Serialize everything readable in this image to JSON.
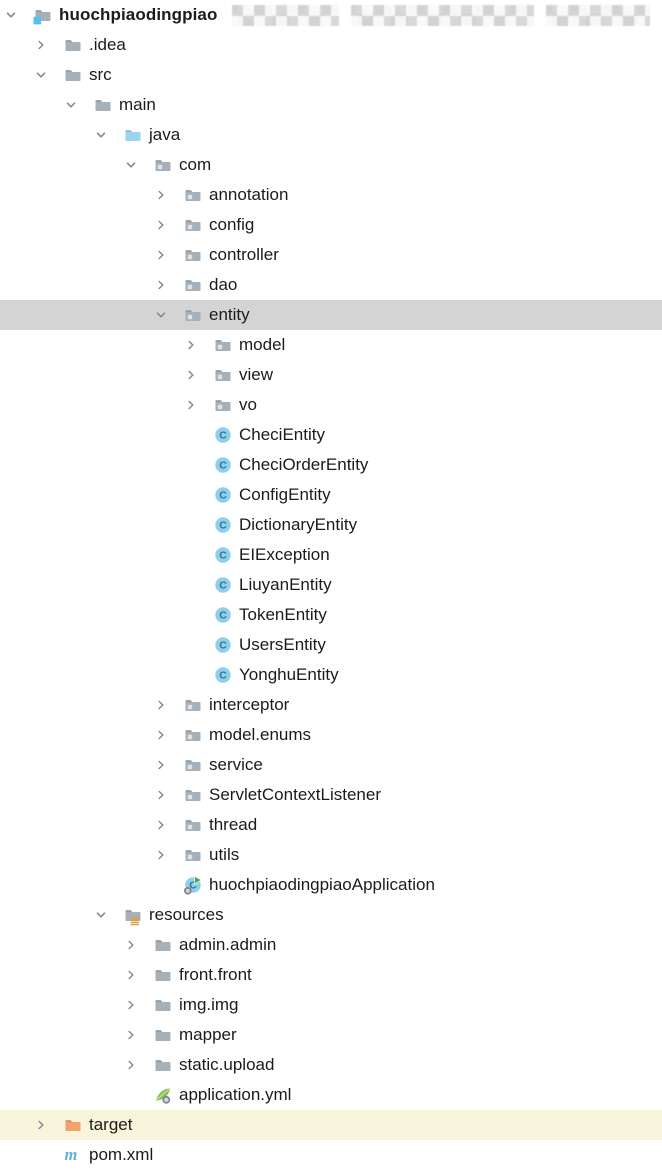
{
  "colors": {
    "text": "#1b1b1b",
    "chevron": "#7f8a91",
    "folder": "#a6b0b8",
    "source_folder": "#9bd4ee",
    "excluded_folder": "#f2a36d",
    "selection_bg": "#d4d4d4",
    "excluded_bg": "#f9f4dc",
    "class_fill": "#8dd0ed",
    "class_letter": "#3a708a",
    "spring_green": "#8cc152",
    "maven_blue": "#62b0dd",
    "run_green": "#53a93f",
    "resources_stripe": "#d9a440"
  },
  "tree": {
    "rows": [
      {
        "label": "huochpiaodingpiao",
        "level": 0,
        "chevron": "expanded",
        "icon": "project-folder",
        "bold": true,
        "redacted": true
      },
      {
        "label": ".idea",
        "level": 1,
        "chevron": "collapsed",
        "icon": "folder"
      },
      {
        "label": "src",
        "level": 1,
        "chevron": "expanded",
        "icon": "folder"
      },
      {
        "label": "main",
        "level": 2,
        "chevron": "expanded",
        "icon": "folder"
      },
      {
        "label": "java",
        "level": 3,
        "chevron": "expanded",
        "icon": "source-folder"
      },
      {
        "label": "com",
        "level": 4,
        "chevron": "expanded",
        "icon": "package-folder"
      },
      {
        "label": "annotation",
        "level": 5,
        "chevron": "collapsed",
        "icon": "package-folder"
      },
      {
        "label": "config",
        "level": 5,
        "chevron": "collapsed",
        "icon": "package-folder"
      },
      {
        "label": "controller",
        "level": 5,
        "chevron": "collapsed",
        "icon": "package-folder"
      },
      {
        "label": "dao",
        "level": 5,
        "chevron": "collapsed",
        "icon": "package-folder"
      },
      {
        "label": "entity",
        "level": 5,
        "chevron": "expanded",
        "icon": "package-folder",
        "selected": true
      },
      {
        "label": "model",
        "level": 6,
        "chevron": "collapsed",
        "icon": "package-folder"
      },
      {
        "label": "view",
        "level": 6,
        "chevron": "collapsed",
        "icon": "package-folder"
      },
      {
        "label": "vo",
        "level": 6,
        "chevron": "collapsed",
        "icon": "package-folder"
      },
      {
        "label": "CheciEntity",
        "level": 6,
        "chevron": "none",
        "icon": "class"
      },
      {
        "label": "CheciOrderEntity",
        "level": 6,
        "chevron": "none",
        "icon": "class"
      },
      {
        "label": "ConfigEntity",
        "level": 6,
        "chevron": "none",
        "icon": "class"
      },
      {
        "label": "DictionaryEntity",
        "level": 6,
        "chevron": "none",
        "icon": "class"
      },
      {
        "label": "EIException",
        "level": 6,
        "chevron": "none",
        "icon": "class"
      },
      {
        "label": "LiuyanEntity",
        "level": 6,
        "chevron": "none",
        "icon": "class"
      },
      {
        "label": "TokenEntity",
        "level": 6,
        "chevron": "none",
        "icon": "class"
      },
      {
        "label": "UsersEntity",
        "level": 6,
        "chevron": "none",
        "icon": "class"
      },
      {
        "label": "YonghuEntity",
        "level": 6,
        "chevron": "none",
        "icon": "class"
      },
      {
        "label": "interceptor",
        "level": 5,
        "chevron": "collapsed",
        "icon": "package-folder"
      },
      {
        "label": "model.enums",
        "level": 5,
        "chevron": "collapsed",
        "icon": "package-folder"
      },
      {
        "label": "service",
        "level": 5,
        "chevron": "collapsed",
        "icon": "package-folder"
      },
      {
        "label": "ServletContextListener",
        "level": 5,
        "chevron": "collapsed",
        "icon": "package-folder"
      },
      {
        "label": "thread",
        "level": 5,
        "chevron": "collapsed",
        "icon": "package-folder"
      },
      {
        "label": "utils",
        "level": 5,
        "chevron": "collapsed",
        "icon": "package-folder"
      },
      {
        "label": "huochpiaodingpiaoApplication",
        "level": 5,
        "chevron": "none",
        "icon": "runnable-class"
      },
      {
        "label": "resources",
        "level": 3,
        "chevron": "expanded",
        "icon": "resources-folder"
      },
      {
        "label": "admin.admin",
        "level": 4,
        "chevron": "collapsed",
        "icon": "folder"
      },
      {
        "label": "front.front",
        "level": 4,
        "chevron": "collapsed",
        "icon": "folder"
      },
      {
        "label": "img.img",
        "level": 4,
        "chevron": "collapsed",
        "icon": "folder"
      },
      {
        "label": "mapper",
        "level": 4,
        "chevron": "collapsed",
        "icon": "folder"
      },
      {
        "label": "static.upload",
        "level": 4,
        "chevron": "collapsed",
        "icon": "folder"
      },
      {
        "label": "application.yml",
        "level": 4,
        "chevron": "none",
        "icon": "spring-yml"
      },
      {
        "label": "target",
        "level": 1,
        "chevron": "collapsed",
        "icon": "excluded-folder",
        "excluded": true
      },
      {
        "label": "pom.xml",
        "level": 1,
        "chevron": "none",
        "icon": "maven"
      }
    ]
  }
}
